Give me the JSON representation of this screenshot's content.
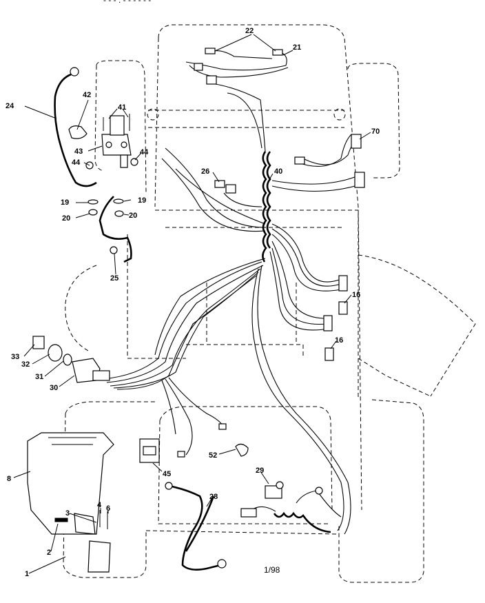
{
  "diagram": {
    "footer": "1/98",
    "top_text": "- - - . - - - - - -",
    "callouts": {
      "c22": "22",
      "c21": "21",
      "c24": "24",
      "c42": "42",
      "c41": "41",
      "c43": "43",
      "c44a": "44",
      "c44b": "44",
      "c26": "26",
      "c40": "40",
      "c70": "70",
      "c19a": "19",
      "c19b": "19",
      "c20a": "20",
      "c20b": "20",
      "c25": "25",
      "c16a": "16",
      "c16b": "16",
      "c33": "33",
      "c32": "32",
      "c31": "31",
      "c30": "30",
      "c52": "52",
      "c8": "8",
      "c45": "45",
      "c29": "29",
      "c28": "28",
      "c3": "3",
      "c4": "4",
      "c6": "6",
      "c2": "2",
      "c1": "1"
    }
  }
}
